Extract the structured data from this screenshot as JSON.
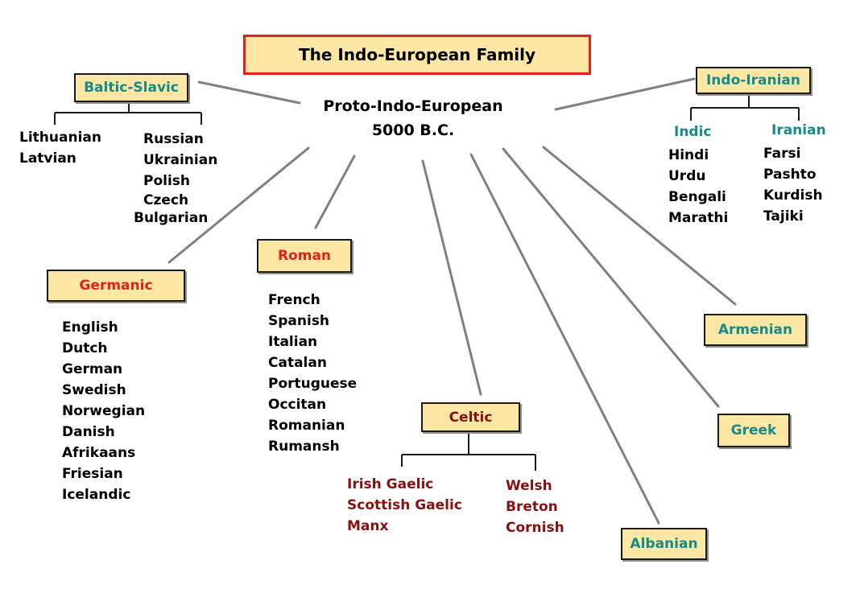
{
  "title": "The Indo-European Family",
  "root": {
    "name": "Proto-Indo-European",
    "date": "5000 B.C."
  },
  "colors": {
    "box_fill": "#fbe6a4",
    "title_border": "#e3201b",
    "teal": "#158a8a",
    "red": "#e3201b",
    "maroon": "#8a1010",
    "line": "#808080"
  },
  "branches": {
    "baltic_slavic": {
      "label": "Baltic-Slavic",
      "baltic": [
        "Lithuanian",
        "Latvian"
      ],
      "slavic": [
        "Russian",
        "Ukrainian",
        "Polish",
        "Czech",
        "Bulgarian"
      ]
    },
    "indo_iranian": {
      "label": "Indo-Iranian",
      "indic": {
        "label": "Indic",
        "languages": [
          "Hindi",
          "Urdu",
          "Bengali",
          "Marathi"
        ]
      },
      "iranian": {
        "label": "Iranian",
        "languages": [
          "Farsi",
          "Pashto",
          "Kurdish",
          "Tajiki"
        ]
      }
    },
    "germanic": {
      "label": "Germanic",
      "languages": [
        "English",
        "Dutch",
        "German",
        "Swedish",
        "Norwegian",
        "Danish",
        "Afrikaans",
        "Friesian",
        "Icelandic"
      ]
    },
    "roman": {
      "label": "Roman",
      "languages": [
        "French",
        "Spanish",
        "Italian",
        "Catalan",
        "Portuguese",
        "Occitan",
        "Romanian",
        "Rumansh"
      ]
    },
    "celtic": {
      "label": "Celtic",
      "goidelic": [
        "Irish Gaelic",
        "Scottish Gaelic",
        "Manx"
      ],
      "brythonic": [
        "Welsh",
        "Breton",
        "Cornish"
      ]
    },
    "albanian": {
      "label": "Albanian"
    },
    "greek": {
      "label": "Greek"
    },
    "armenian": {
      "label": "Armenian"
    }
  }
}
